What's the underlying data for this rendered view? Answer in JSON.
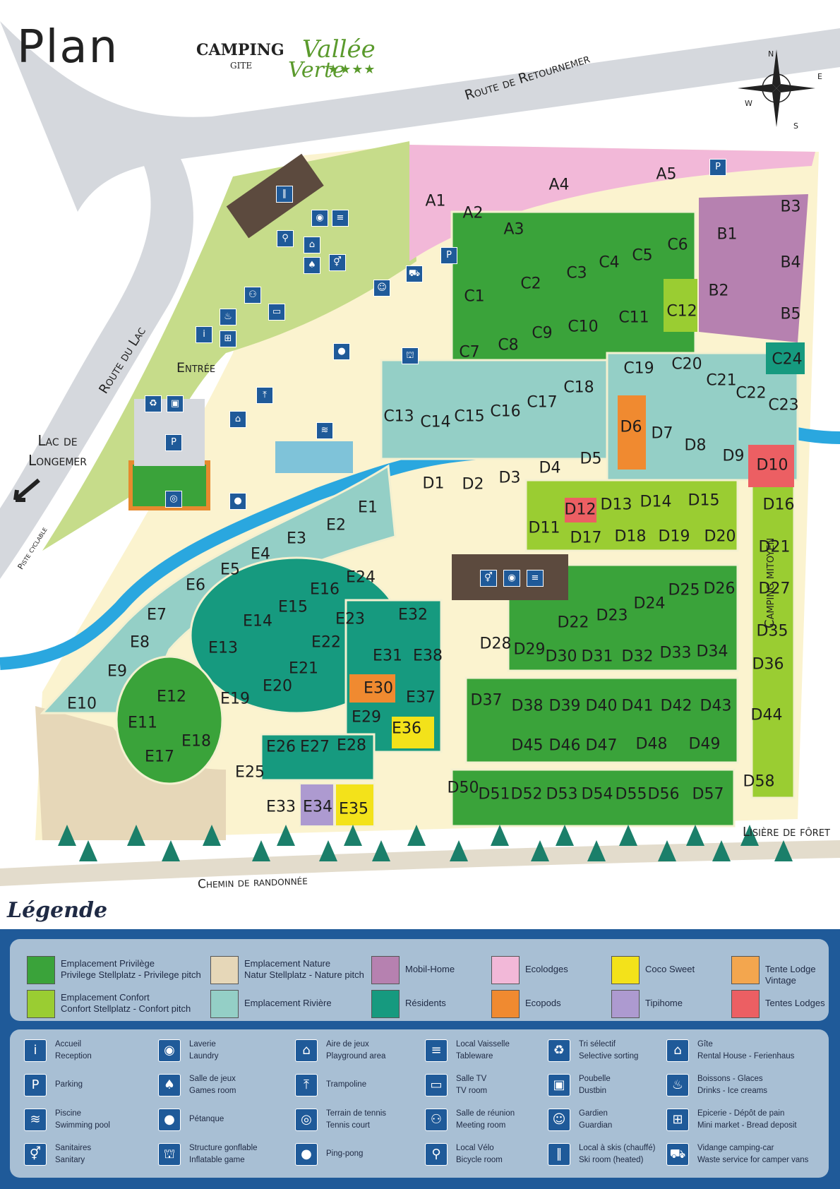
{
  "header": {
    "title": "Plan",
    "logo_camping": "CAMPING",
    "logo_gite": "GITE",
    "logo_vallee": "Vallée",
    "logo_verte": "Verte",
    "logo_stars": "★★★★"
  },
  "map_labels": {
    "route_retournemer": "Route de Retournemer",
    "route_du_lac": "Route du Lac",
    "lac_longemer": "Lac de",
    "lac_longemer2": "Longemer",
    "piste_cyclable": "Piste cyclable",
    "entree": "Entrée",
    "camping_mitoyen": "Camping mitoyen",
    "lisiere_foret": "Lisière de fôret",
    "chemin_randonnee": "Chemin de randonnée",
    "compass_n": "N",
    "compass_e": "E",
    "compass_s": "S",
    "compass_w": "W"
  },
  "pitches": {
    "A": [
      "A1",
      "A2",
      "A3",
      "A4",
      "A5"
    ],
    "B": [
      "B1",
      "B2",
      "B3",
      "B4",
      "B5"
    ],
    "C": [
      "C1",
      "C2",
      "C3",
      "C4",
      "C5",
      "C6",
      "C7",
      "C8",
      "C9",
      "C10",
      "C11",
      "C12",
      "C13",
      "C14",
      "C15",
      "C16",
      "C17",
      "C18",
      "C19",
      "C20",
      "C21",
      "C22",
      "C23",
      "C24"
    ],
    "D": [
      "D1",
      "D2",
      "D3",
      "D4",
      "D5",
      "D6",
      "D7",
      "D8",
      "D9",
      "D10",
      "D11",
      "D12",
      "D13",
      "D14",
      "D15",
      "D16",
      "D17",
      "D18",
      "D19",
      "D20",
      "D21",
      "D22",
      "D23",
      "D24",
      "D25",
      "D26",
      "D27",
      "D28",
      "D29",
      "D30",
      "D31",
      "D32",
      "D33",
      "D34",
      "D35",
      "D36",
      "D37",
      "D38",
      "D39",
      "D40",
      "D41",
      "D42",
      "D43",
      "D44",
      "D45",
      "D46",
      "D47",
      "D48",
      "D49",
      "D50",
      "D51",
      "D52",
      "D53",
      "D54",
      "D55",
      "D56",
      "D57",
      "D58"
    ],
    "E": [
      "E1",
      "E2",
      "E3",
      "E4",
      "E5",
      "E6",
      "E7",
      "E8",
      "E9",
      "E10",
      "E11",
      "E12",
      "E13",
      "E14",
      "E15",
      "E16",
      "E17",
      "E18",
      "E19",
      "E20",
      "E21",
      "E22",
      "E23",
      "E24",
      "E25",
      "E26",
      "E27",
      "E28",
      "E29",
      "E30",
      "E31",
      "E32",
      "E33",
      "E34",
      "E35",
      "E36",
      "E37",
      "E38"
    ]
  },
  "legend": {
    "title": "Légende",
    "categories": [
      {
        "name": "Emplacement Privilège",
        "sub": "Privilege Stellplatz - Privilege pitch",
        "color": "#3aa33a"
      },
      {
        "name": "Emplacement Confort",
        "sub": "Confort Stellplatz - Confort pitch",
        "color": "#9acd32"
      },
      {
        "name": "Emplacement Nature",
        "sub": "Natur Stellplatz - Nature pitch",
        "color": "#e6d7b8"
      },
      {
        "name": "Emplacement Rivière",
        "sub": "",
        "color": "#94cfc6"
      },
      {
        "name": "Mobil-Home",
        "sub": "",
        "color": "#b681b0"
      },
      {
        "name": "Résidents",
        "sub": "",
        "color": "#169a7f"
      },
      {
        "name": "Ecolodges",
        "sub": "",
        "color": "#f2b8d8"
      },
      {
        "name": "Ecopods",
        "sub": "",
        "color": "#f08a30"
      },
      {
        "name": "Coco Sweet",
        "sub": "",
        "color": "#f3e21a"
      },
      {
        "name": "Tipihome",
        "sub": "",
        "color": "#ad9ad0"
      },
      {
        "name": "Tente Lodge Vintage",
        "sub": "",
        "color": "#f3a64e"
      },
      {
        "name": "Tentes Lodges",
        "sub": "",
        "color": "#ec5f63"
      }
    ],
    "services": [
      {
        "icon": "info-icon",
        "glyph": "i",
        "fr": "Accueil",
        "en": "Reception"
      },
      {
        "icon": "parking-icon",
        "glyph": "P",
        "fr": "Parking",
        "en": ""
      },
      {
        "icon": "pool-icon",
        "glyph": "≋",
        "fr": "Piscine",
        "en": "Swimming pool"
      },
      {
        "icon": "sanitary-icon",
        "glyph": "⚥",
        "fr": "Sanitaires",
        "en": "Sanitary"
      },
      {
        "icon": "laundry-icon",
        "glyph": "◉",
        "fr": "Laverie",
        "en": "Laundry"
      },
      {
        "icon": "games-room-icon",
        "glyph": "♠",
        "fr": "Salle de jeux",
        "en": "Games room"
      },
      {
        "icon": "petanque-icon",
        "glyph": "●",
        "fr": "Pétanque",
        "en": ""
      },
      {
        "icon": "inflatable-icon",
        "glyph": "⛫",
        "fr": "Structure gonflable",
        "en": "Inflatable game"
      },
      {
        "icon": "playground-icon",
        "glyph": "⌂",
        "fr": "Aire de jeux",
        "en": "Playground area"
      },
      {
        "icon": "trampoline-icon",
        "glyph": "⤒",
        "fr": "Trampoline",
        "en": ""
      },
      {
        "icon": "tennis-icon",
        "glyph": "◎",
        "fr": "Terrain de tennis",
        "en": "Tennis court"
      },
      {
        "icon": "pingpong-icon",
        "glyph": "●",
        "fr": "Ping-pong",
        "en": ""
      },
      {
        "icon": "tableware-icon",
        "glyph": "≡",
        "fr": "Local Vaisselle",
        "en": "Tableware"
      },
      {
        "icon": "tv-icon",
        "glyph": "▭",
        "fr": "Salle TV",
        "en": "TV room"
      },
      {
        "icon": "meeting-icon",
        "glyph": "⚇",
        "fr": "Salle de réunion",
        "en": "Meeting room"
      },
      {
        "icon": "bicycle-icon",
        "glyph": "⚲",
        "fr": "Local Vélo",
        "en": "Bicycle room"
      },
      {
        "icon": "recycling-icon",
        "glyph": "♻",
        "fr": "Tri sélectif",
        "en": "Selective sorting"
      },
      {
        "icon": "dustbin-icon",
        "glyph": "▣",
        "fr": "Poubelle",
        "en": "Dustbin"
      },
      {
        "icon": "guardian-icon",
        "glyph": "☺",
        "fr": "Gardien",
        "en": "Guardian"
      },
      {
        "icon": "ski-room-icon",
        "glyph": "∥",
        "fr": "Local à skis (chauffé)",
        "en": "Ski room (heated)"
      },
      {
        "icon": "rental-house-icon",
        "glyph": "⌂",
        "fr": "Gîte",
        "en": "Rental House - Ferienhaus"
      },
      {
        "icon": "drinks-icon",
        "glyph": "♨",
        "fr": "Boissons - Glaces",
        "en": "Drinks - Ice creams"
      },
      {
        "icon": "grocery-icon",
        "glyph": "⊞",
        "fr": "Epicerie - Dépôt de pain",
        "en": "Mini market - Bread deposit"
      },
      {
        "icon": "camper-service-icon",
        "glyph": "⛟",
        "fr": "Vidange camping-car",
        "en": "Waste service for camper vans"
      }
    ]
  }
}
